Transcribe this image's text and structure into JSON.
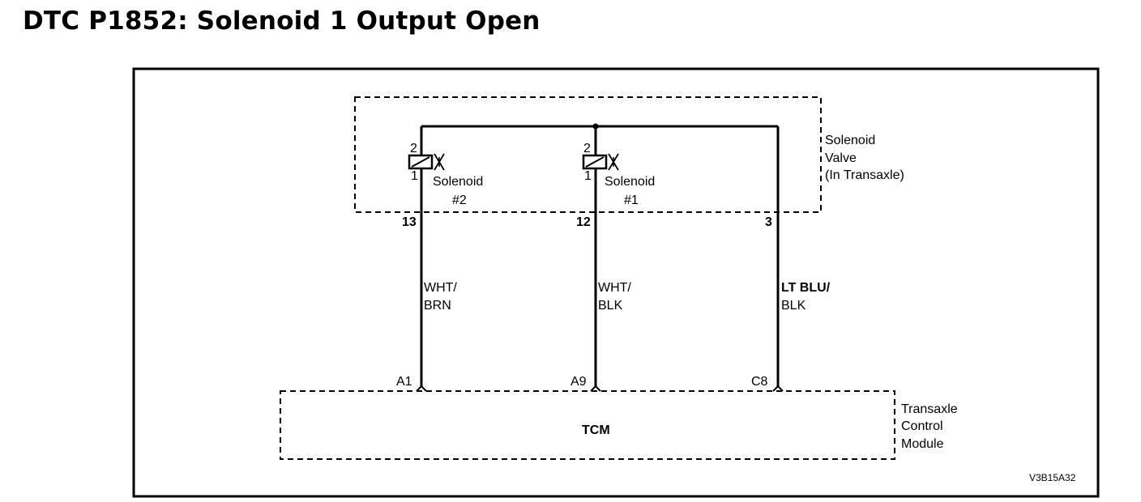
{
  "title": "DTC P1852: Solenoid 1 Output Open",
  "solenoid_valve": {
    "label_lines": [
      "Solenoid",
      "Valve",
      "(In Transaxle)"
    ],
    "solenoid_2": {
      "name_line1": "Solenoid",
      "name_line2": "#2",
      "pin_top": "2",
      "pin_bottom": "1"
    },
    "solenoid_1": {
      "name_line1": "Solenoid",
      "name_line2": "#1",
      "pin_top": "2",
      "pin_bottom": "1"
    }
  },
  "connector_pins": [
    "13",
    "12",
    "3"
  ],
  "wires": [
    {
      "line1": "WHT/",
      "line2": "BRN"
    },
    {
      "line1": "WHT/",
      "line2": "BLK"
    },
    {
      "line1": "LT BLU/",
      "line2": "BLK"
    }
  ],
  "tcm": {
    "pins": [
      "A1",
      "A9",
      "C8"
    ],
    "name": "TCM",
    "label_lines": [
      "Transaxle",
      "Control",
      "Module"
    ]
  },
  "figure_id": "V3B15A32"
}
